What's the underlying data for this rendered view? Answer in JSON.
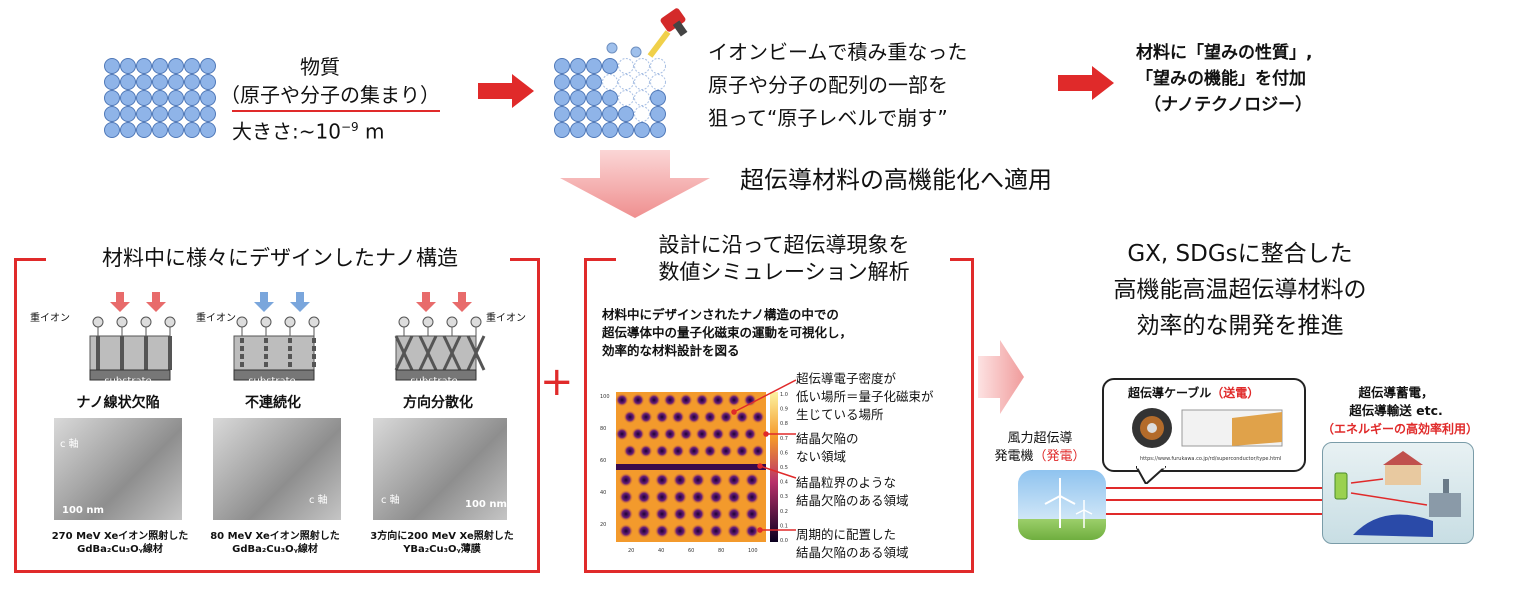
{
  "top": {
    "substance_title": "物質",
    "substance_sub": "（原子や分子の集まり）",
    "size_label": "大きさ:~10",
    "size_exp": "−9",
    "size_unit": " m",
    "ion_beam_lines": [
      "イオンビームで積み重なった",
      "原子や分子の配列の一部を",
      "狙って“原子レベルで崩す”"
    ],
    "result_lines": [
      "材料に「望みの性質」,",
      "「望みの機能」を付加",
      "（ナノテクノロジー）"
    ],
    "apply_text": "超伝導材料の高機能化へ適用"
  },
  "left_panel": {
    "title": "材料中に様々にデザインしたナノ構造",
    "heavy_ion": "重イオン",
    "substrate": "substrate",
    "items": [
      {
        "name": "ナノ線状欠陥",
        "caption1": "270 MeV Xeイオン照射した",
        "caption2": "GdBa₂Cu₃Oᵧ線材",
        "scale": "100 nm",
        "axis": "c 軸"
      },
      {
        "name": "不連続化",
        "caption1": "80 MeV Xeイオン照射した",
        "caption2": "GdBa₂Cu₃Oᵧ線材",
        "scale": "",
        "axis": "c 軸"
      },
      {
        "name": "方向分散化",
        "caption1": "3方向に200 MeV Xe照射した",
        "caption2": "YBa₂Cu₃Oᵧ薄膜",
        "scale": "100 nm",
        "axis": "c 軸"
      }
    ]
  },
  "plus": "+",
  "mid_panel": {
    "title_lines": [
      "設計に沿って超伝導現象を",
      "数値シミュレーション解析"
    ],
    "desc_lines": [
      "材料中にデザインされたナノ構造の中での",
      "超伝導体中の量子化磁束の運動を可視化し，",
      "効率的な材料設計を図る"
    ],
    "annotations": [
      [
        "超伝導電子密度が",
        "低い場所＝量子化磁束が",
        "生じている場所"
      ],
      [
        "結晶欠陥の",
        "ない領域"
      ],
      [
        "結晶粒界のような",
        "結晶欠陥のある領域"
      ],
      [
        "周期的に配置した",
        "結晶欠陥のある領域"
      ]
    ],
    "yticks": [
      "100",
      "80",
      "60",
      "40",
      "20"
    ],
    "xticks": [
      "20",
      "40",
      "60",
      "80",
      "100"
    ],
    "cbar_ticks": [
      "1.0",
      "0.9",
      "0.8",
      "0.7",
      "0.6",
      "0.5",
      "0.4",
      "0.3",
      "0.2",
      "0.1",
      "0.0"
    ]
  },
  "right_panel": {
    "title_lines": [
      "GX, SDGsに整合した",
      "高機能高温超伝導材料の",
      "効率的な開発を推進"
    ],
    "wind_lines": [
      "風力超伝導",
      "発電機"
    ],
    "wind_tag": "（発電）",
    "cable_title": "超伝導ケーブル",
    "cable_tag": "（送電）",
    "cable_url": "https://www.furukawa.co.jp/rd/superconductor/type.html",
    "storage_lines": [
      "超伝導蓄電，",
      "超伝導輸送 etc."
    ],
    "storage_tag": "（エネルギーの高効率利用）"
  },
  "colors": {
    "accent_red": "#e02a2a",
    "atom_blue": "#8fb4e8",
    "arrow_pink": "#f3a8a8"
  }
}
